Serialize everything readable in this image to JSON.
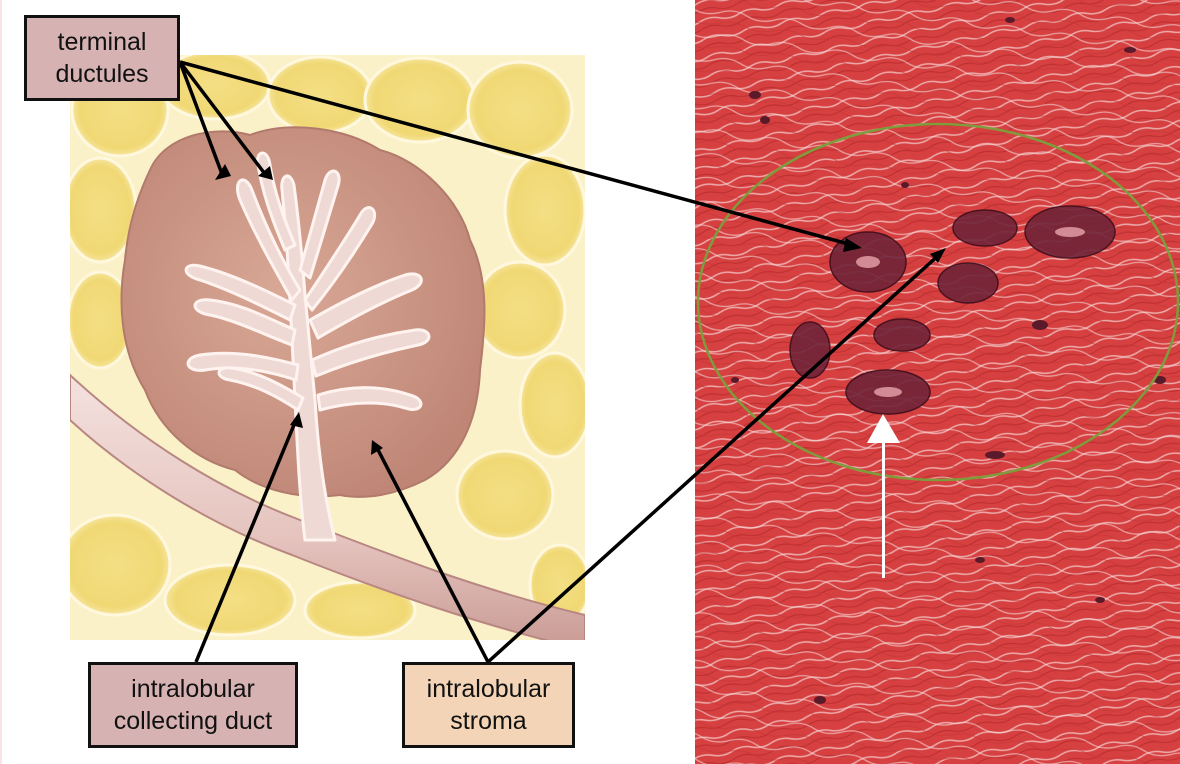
{
  "labels": {
    "terminal_ductules": "terminal\nductules",
    "intralobular_collecting_duct": "intralobular\ncollecting duct",
    "intralobular_stroma": "intralobular\nstroma"
  },
  "colors": {
    "label_terminal_bg": "#d7b2b2",
    "label_collecting_bg": "#d7b2b2",
    "label_stroma_bg": "#f3d4b6",
    "adipose_yellow": "#f1dd87",
    "lobule_pink": "#cf9a88",
    "duct_pink": "#ecd3cf",
    "histology_red": "#d94545",
    "roi_outline_green": "#7e9c3c",
    "arrow_white": "#ffffff",
    "leader_black": "#000000"
  },
  "icons": {
    "roi": "green-oval-outline-icon",
    "pointer": "white-up-arrow-icon"
  }
}
